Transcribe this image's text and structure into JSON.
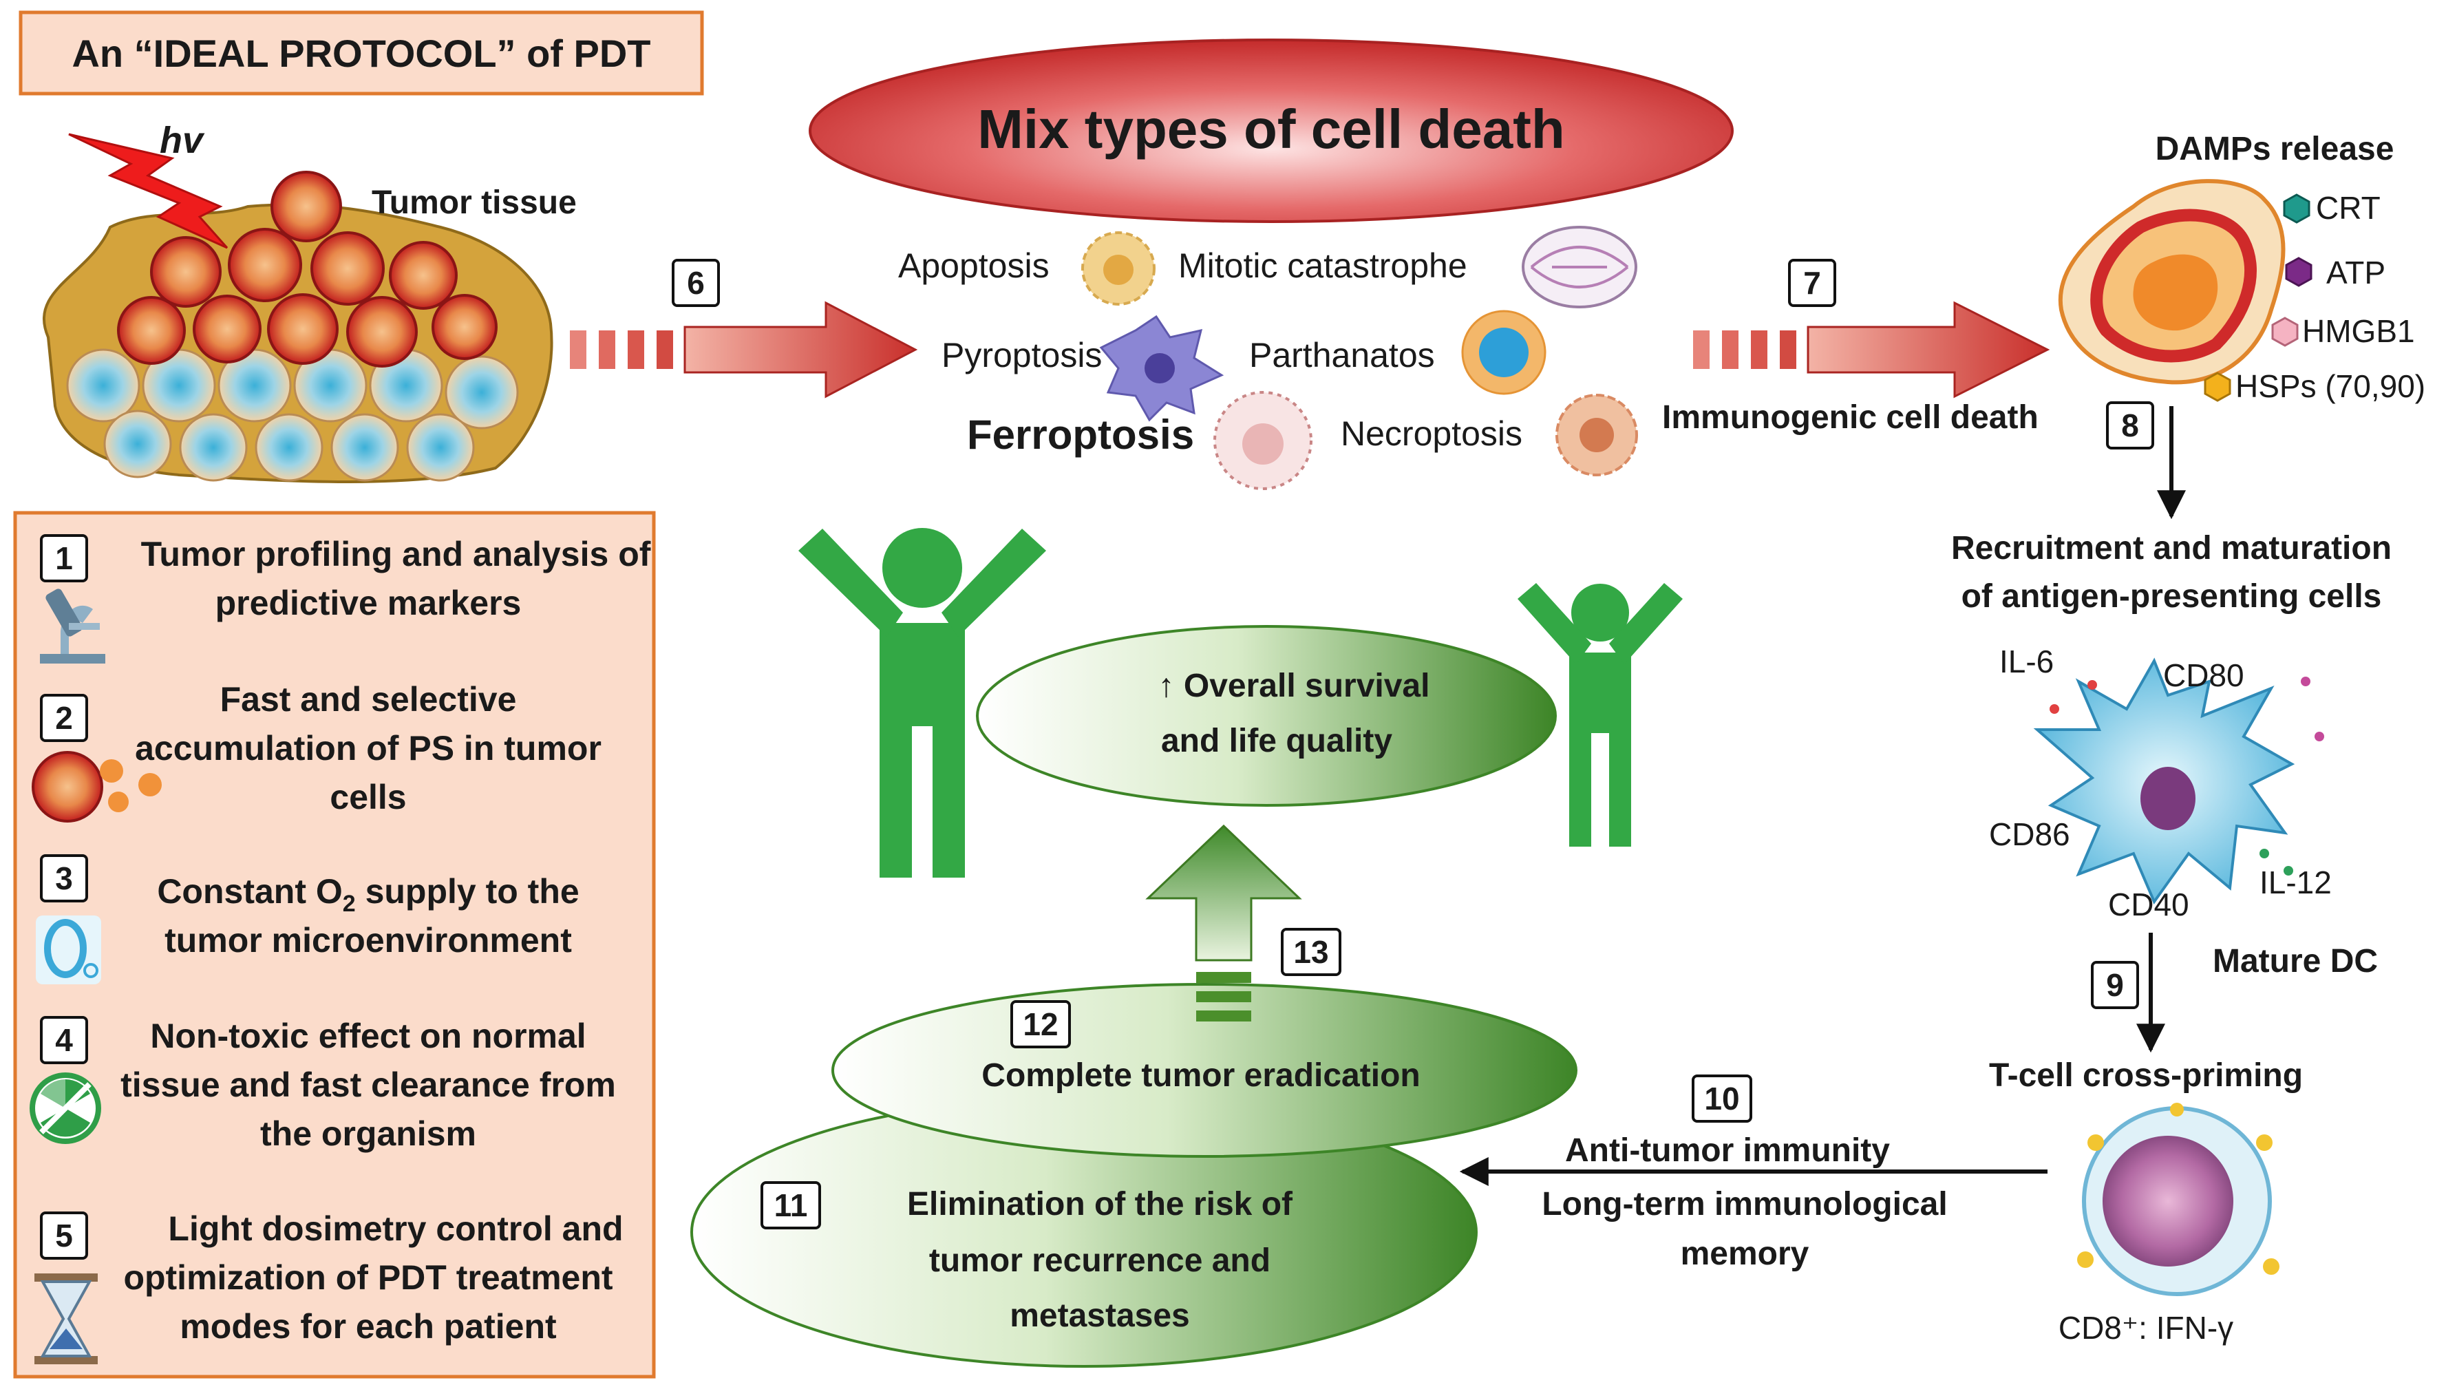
{
  "title": "An “IDEAL PROTOCOL” of PDT",
  "light": "hv",
  "tumor_label": "Tumor tissue",
  "banner": "Mix types of cell death",
  "cell_death_types": [
    {
      "label": "Apoptosis"
    },
    {
      "label": "Mitotic catastrophe"
    },
    {
      "label": "Pyroptosis"
    },
    {
      "label": "Parthanatos"
    },
    {
      "label": "Ferroptosis"
    },
    {
      "label": "Necroptosis"
    }
  ],
  "icd": "Immunogenic cell death",
  "damps": {
    "title": "DAMPs release",
    "items": [
      "CRT",
      "ATP",
      "HMGB1",
      "HSPs (70,90)"
    ]
  },
  "recruitment": [
    "Recruitment and maturation",
    "of antigen-presenting cells"
  ],
  "dc_markers": {
    "il6": "IL-6",
    "cd80": "CD80",
    "cd86": "CD86",
    "il12": "IL-12",
    "cd40": "CD40"
  },
  "mature_dc": "Mature DC",
  "tcell": "T-cell cross-priming",
  "cd8": "CD8⁺: IFN-γ",
  "antitumor": [
    "Anti-tumor immunity",
    "Long-term immunological",
    "memory"
  ],
  "eradication": "Complete tumor eradication",
  "elimination": [
    "Elimination of the risk of",
    "tumor recurrence and",
    "metastases"
  ],
  "survival": [
    "↑ Overall survival",
    "and life quality"
  ],
  "step_numbers": [
    "1",
    "2",
    "3",
    "4",
    "5",
    "6",
    "7",
    "8",
    "9",
    "10",
    "11",
    "12",
    "13"
  ],
  "protocol": [
    {
      "num": "1",
      "lines": [
        "Tumor profiling and analysis of",
        "predictive markers"
      ]
    },
    {
      "num": "2",
      "lines": [
        "Fast and selective",
        "accumulation of PS in tumor",
        "cells"
      ]
    },
    {
      "num": "3",
      "pre": "Constant O",
      "sub": "2",
      "post": " supply to the",
      "line2": "tumor microenvironment"
    },
    {
      "num": "4",
      "lines": [
        "Non-toxic effect on normal",
        "tissue and fast clearance from",
        "the organism"
      ]
    },
    {
      "num": "5",
      "lines": [
        "Light dosimetry control and",
        "optimization of PDT treatment",
        "modes for each patient"
      ]
    }
  ],
  "colors": {
    "title_border": "#e07a2e",
    "panel_fill": "#fbdccb",
    "banner_red": "#d23a3a",
    "arrow_red": "#c9302c",
    "green_person": "#33a845",
    "ellipse_green": "#3f8a2a",
    "arrow_green": "#4b8f2b"
  }
}
